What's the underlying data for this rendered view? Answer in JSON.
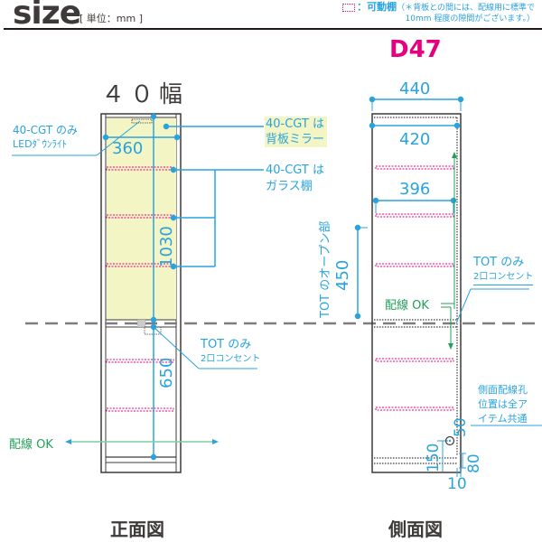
{
  "header": {
    "title": "size",
    "unit": "[ 単位：mm ]",
    "legend_main": "：可動棚",
    "legend_note_1": "（＊背板との間には、配線用に標準で",
    "legend_note_2": "10mm 程度の隙間がございます。）"
  },
  "front_view": {
    "title": "４０幅",
    "label": "正面図",
    "annotations": {
      "led_line1": "40-CGT のみ",
      "led_line2": "LEDﾀﾞｳﾝﾗｲﾄ",
      "mirror_line1": "40-CGT は",
      "mirror_line2": "背板ミラー",
      "glass_line1": "40-CGT は",
      "glass_line2": "ガラス棚",
      "outlet_line1": "TOT のみ",
      "outlet_line2": "2口コンセント",
      "wiring": "配線 OK"
    },
    "dimensions": {
      "inner_width": "360",
      "upper_height": "1030",
      "lower_height": "650"
    }
  },
  "side_view": {
    "title": "D47",
    "label": "側面図",
    "annotations": {
      "open_part": "TOT のオープン部",
      "outlet_line1": "TOT のみ",
      "outlet_line2": "2口コンセント",
      "wiring": "配線 OK",
      "hole_line1": "側面配線孔",
      "hole_line2": "位置は全ア",
      "hole_line3": "イテム共通"
    },
    "dimensions": {
      "outer_depth": "440",
      "inner_depth": "420",
      "shelf_depth": "396",
      "open_height": "450",
      "hole_offset": "50",
      "hole_height": "150",
      "plinth": "80",
      "gap": "10"
    }
  },
  "colors": {
    "dimension": "#29a3de",
    "shelf": "#e4007f",
    "wiring": "#22a05a",
    "mirror": "#f3f5c4",
    "text": "#3e3a39"
  }
}
